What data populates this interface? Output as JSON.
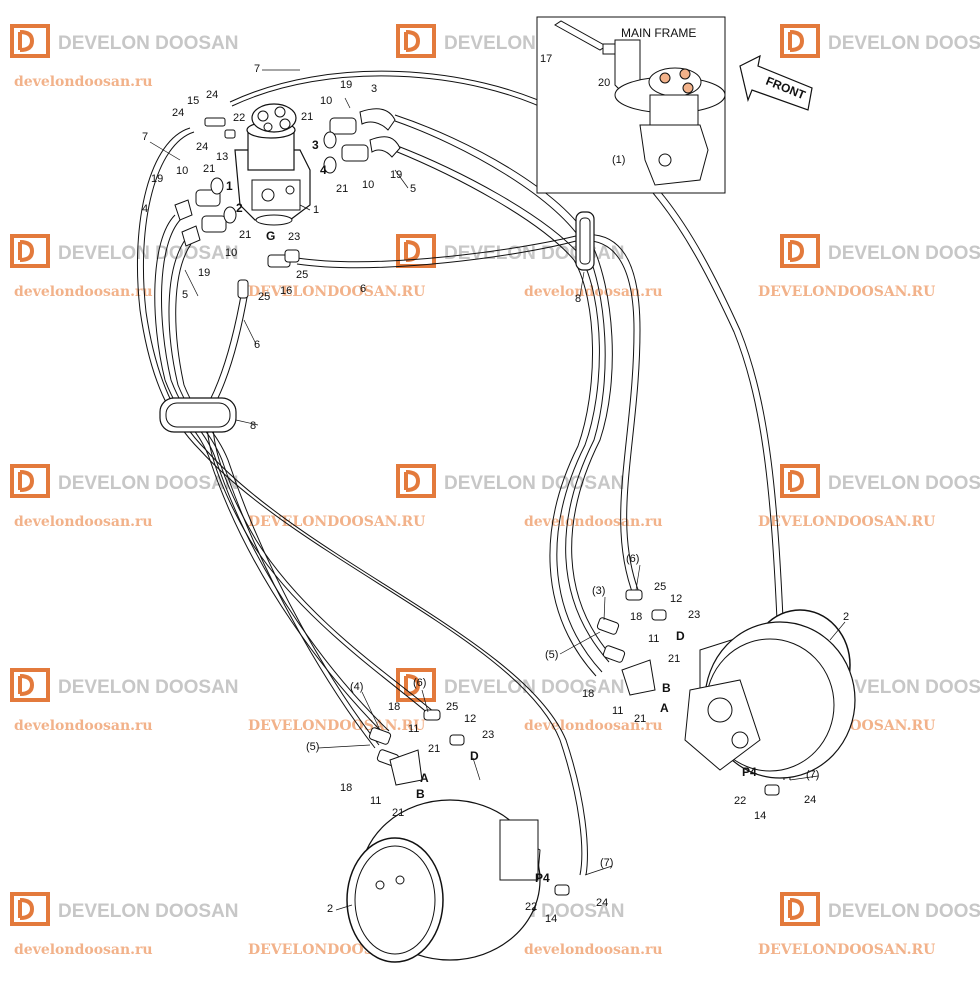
{
  "inset": {
    "label": "MAIN FRAME",
    "callouts": [
      "17",
      "20",
      "(1)"
    ]
  },
  "front_arrow": {
    "label": "FRONT"
  },
  "watermark": {
    "brand": "DEVELON DOOSAN",
    "url_lower": "develondoosan.ru",
    "url_upper": "DEVELONDOOSAN.RU"
  },
  "callouts": {
    "top_7": "7",
    "left_7": "7",
    "c3": "3",
    "c19a": "19",
    "c10a": "10",
    "c21a": "21",
    "c15": "15",
    "c24a": "24",
    "c24b": "24",
    "c24c": "24",
    "c22a": "22",
    "c13": "13",
    "p3": "3",
    "p4": "4",
    "c21b": "21",
    "c10b": "10",
    "c19b": "19",
    "c5a": "5",
    "c10c": "10",
    "c21c": "21",
    "c19c": "19",
    "p1": "1",
    "p2": "2",
    "c4": "4",
    "c21d": "21",
    "c10d": "10",
    "c19d": "19",
    "c5b": "5",
    "c1": "1",
    "g": "G",
    "c23a": "23",
    "c16": "16",
    "c25a": "25",
    "c25b": "25",
    "c6a": "6",
    "c6b": "6",
    "c8a": "8",
    "c8b": "8",
    "r6": "(6)",
    "r3": "(3)",
    "r5": "(5)",
    "c25c": "25",
    "c12a": "12",
    "c23b": "23",
    "c18a": "18",
    "c11a": "11",
    "dD1": "D",
    "c21e": "21",
    "c18b": "18",
    "c11b": "11",
    "dB1": "B",
    "dA1": "A",
    "c21f": "21",
    "c2a": "2",
    "p4a": "P4",
    "r7a": "(7)",
    "c22b": "22",
    "c24d": "24",
    "c14a": "14",
    "l4": "(4)",
    "l6": "(6)",
    "l5": "(5)",
    "c18c": "18",
    "c11c": "11",
    "c25d": "25",
    "c12b": "12",
    "c23c": "23",
    "c21g": "21",
    "dD2": "D",
    "dA2": "A",
    "c18d": "18",
    "c11d": "11",
    "c21h": "21",
    "dB2": "B",
    "r7b": "(7)",
    "p4b": "P4",
    "c22c": "22",
    "c24e": "24",
    "c14b": "14",
    "c2b": "2"
  }
}
